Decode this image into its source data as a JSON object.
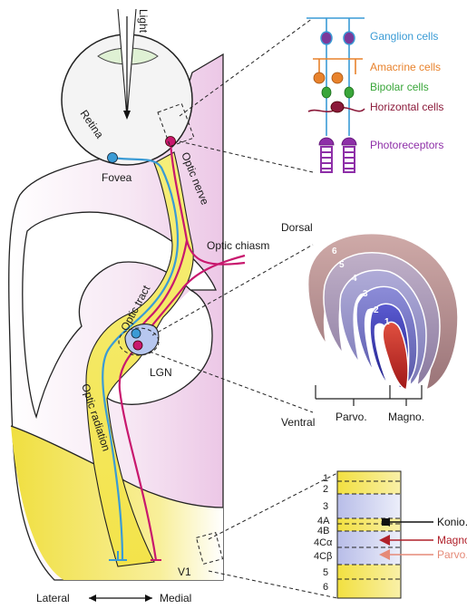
{
  "brain": {
    "light_label": "Light",
    "retina_label": "Retina",
    "fovea_label": "Fovea",
    "optic_nerve_label": "Optic nerve",
    "optic_chiasm_label": "Optic chiasm",
    "optic_tract_label": "Optic tract",
    "lgn_label": "LGN",
    "optic_radiation_label": "Optic radiation",
    "v1_label": "V1",
    "lateral_label": "Lateral",
    "medial_label": "Medial"
  },
  "retina_inset": {
    "cells": [
      {
        "label": "Ganglion cells",
        "color": "#3a9bd5"
      },
      {
        "label": "Amacrine cells",
        "color": "#e8822c"
      },
      {
        "label": "Bipolar cells",
        "color": "#3aa63a"
      },
      {
        "label": "Horizontal cells",
        "color": "#8b1a3a"
      },
      {
        "label": "Photoreceptors",
        "color": "#8e2fa8"
      }
    ]
  },
  "lgn_inset": {
    "dorsal_label": "Dorsal",
    "ventral_label": "Ventral",
    "parvo_label": "Parvo.",
    "magno_label": "Magno.",
    "layers": [
      "1",
      "2",
      "3",
      "4",
      "5",
      "6"
    ]
  },
  "v1_inset": {
    "layers": [
      "1",
      "2",
      "3",
      "4A",
      "4B",
      "4Cα",
      "4Cβ",
      "5",
      "6"
    ],
    "inputs": [
      {
        "label": "Konio.",
        "color": "#111111"
      },
      {
        "label": "Magno.",
        "color": "#b0202a"
      },
      {
        "label": "Parvo.",
        "color": "#e58a78"
      }
    ]
  },
  "colors": {
    "blue_path": "#3a9bd5",
    "magenta_path": "#c8186e",
    "yellow_fill": "#f5ea60",
    "pink_fill": "#f3dcef"
  }
}
